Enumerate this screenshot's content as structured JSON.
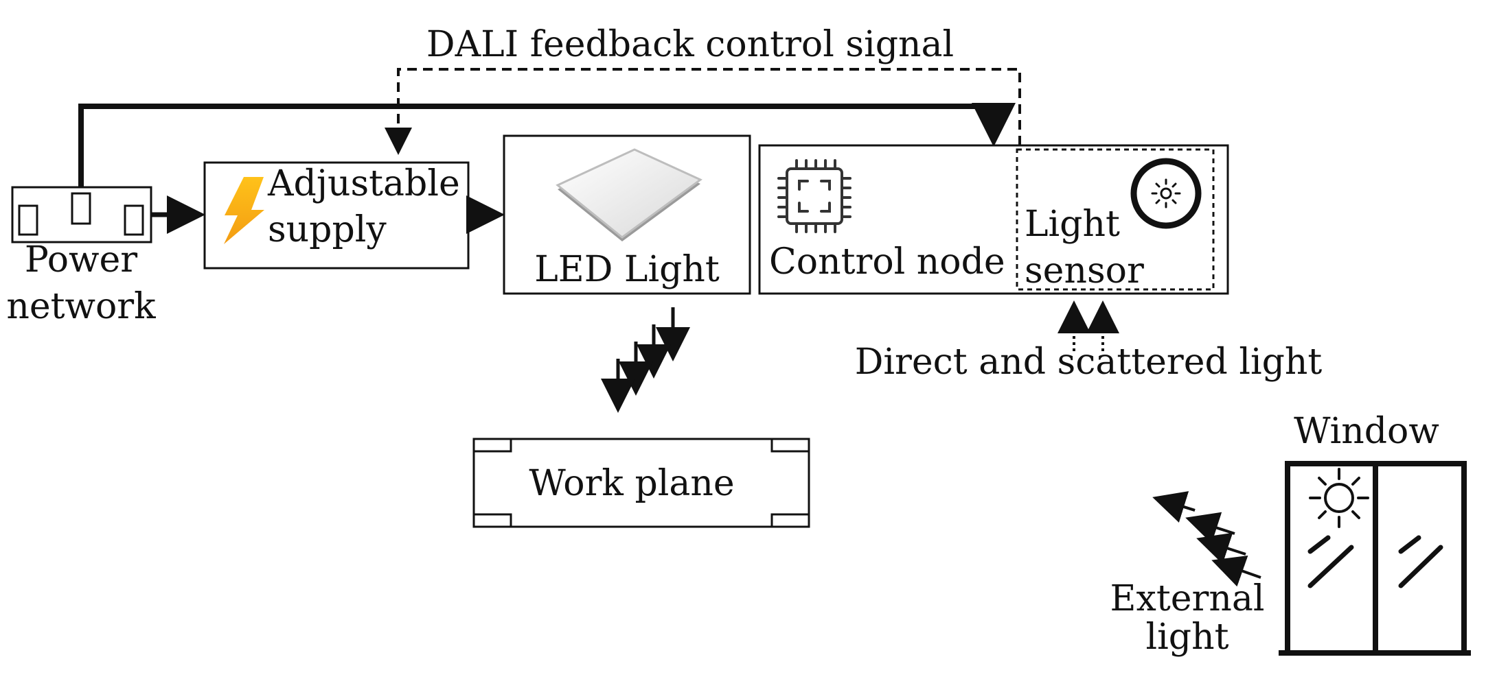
{
  "labels": {
    "dali_signal": "DALI feedback control signal",
    "power_network_line1": "Power",
    "power_network_line2": "network",
    "adjustable_line1": "Adjustable",
    "adjustable_line2": "supply",
    "led_light": "LED Light",
    "control_node": "Control node",
    "light_sensor_line1": "Light",
    "light_sensor_line2": "sensor",
    "direct_scattered": "Direct and scattered light",
    "work_plane": "Work plane",
    "window": "Window",
    "external_line1": "External",
    "external_line2": "light"
  },
  "icons": {
    "bolt": "lightning-bolt-icon",
    "panel": "led-panel-icon",
    "chip": "microchip-icon",
    "sensor": "light-sensor-icon",
    "sun": "sun-icon"
  },
  "colors": {
    "line": "#111111",
    "bolt_top": "#ffc21a",
    "bolt_bottom": "#f39c12"
  }
}
